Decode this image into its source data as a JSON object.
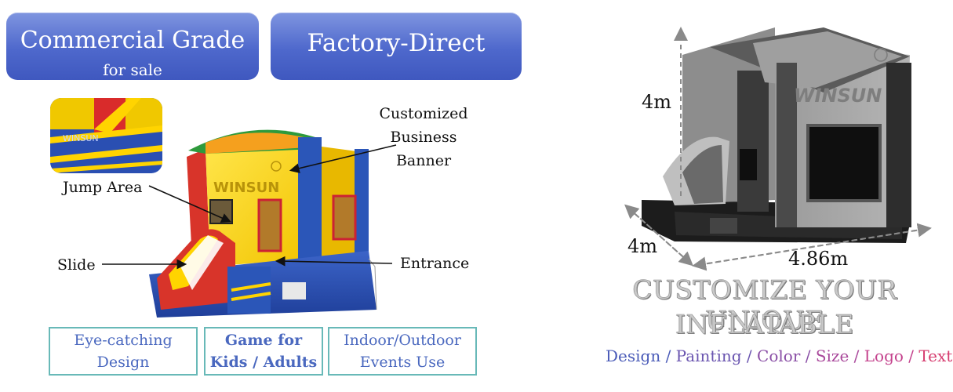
{
  "left_panel": {
    "pill_commercial": {
      "title": "Commercial Grade",
      "subtitle": "for sale"
    },
    "pill_factory": {
      "title": "Factory-Direct"
    },
    "callouts": {
      "banner": "Customized Business Banner",
      "jump_area": "Jump Area",
      "slide": "Slide",
      "entrance": "Entrance"
    },
    "logo_text": "WINSUN",
    "features": [
      {
        "line1": "Eye-catching",
        "line2": "Design"
      },
      {
        "line1": "Game for",
        "line2": "Kids / Adults"
      },
      {
        "line1": "Indoor/Outdoor",
        "line2": "Events Use"
      }
    ]
  },
  "right_panel": {
    "dimensions": {
      "height": "4m",
      "depth": "4m",
      "width": "4.86m"
    },
    "logo_text": "WINSUN",
    "headline_line1": "CUSTOMIZE YOUR UNIQUE",
    "headline_line2": "INFLATABLE",
    "options": [
      {
        "text": "Design",
        "color": "#4a5bb8"
      },
      {
        "text": "Painting",
        "color": "#6a55b0"
      },
      {
        "text": "Color",
        "color": "#8a4fa6"
      },
      {
        "text": "Size",
        "color": "#a9489b"
      },
      {
        "text": "Logo",
        "color": "#c4428d"
      },
      {
        "text": "Text",
        "color": "#d63c6f"
      }
    ],
    "separator": " / "
  },
  "colors": {
    "pill_blue": "#4e68cc",
    "feature_border": "#68b9b8",
    "feature_text": "#4a68bf"
  }
}
